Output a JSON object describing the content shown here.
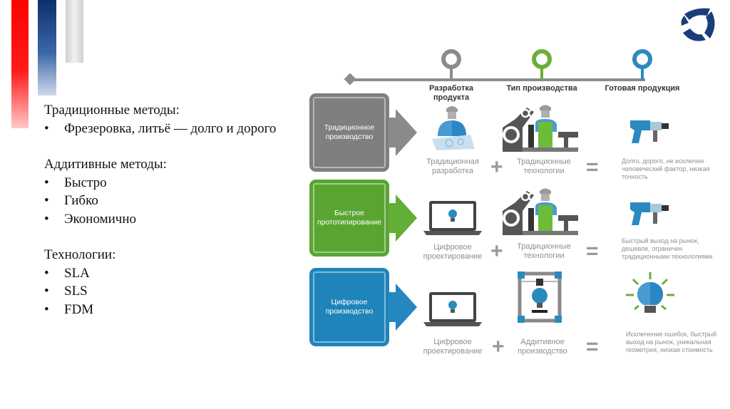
{
  "left_panel": {
    "sections": [
      {
        "heading": "Традиционные методы:",
        "bullets": [
          "Фрезеровка, литьё — долго и дорого"
        ]
      },
      {
        "heading": "Аддитивные методы:",
        "bullets": [
          "Быстро",
          "Гибко",
          "Экономично"
        ]
      },
      {
        "heading": "Технологии:",
        "bullets": [
          "SLA",
          "SLS",
          "FDM"
        ]
      }
    ],
    "bullet_char": "•"
  },
  "timeline": {
    "stages": [
      {
        "label": "Разработка продукта",
        "color": "#8c8c8c"
      },
      {
        "label": "Тип производства",
        "color": "#6cae3a"
      },
      {
        "label": "Готовая продукция",
        "color": "#2a8ac0"
      }
    ]
  },
  "rows": [
    {
      "box_label": "Традиционное производство",
      "color": "#7f7f7f",
      "dev_caption": "Традиционная разработка",
      "prod_caption": "Традиционные технологии",
      "result": "Долго, дорого, не исключен человеческий фактор, низкая точность",
      "dev_icon": "engineer-blueprint-icon",
      "prod_icon": "worker-machine-icon",
      "result_icon": "drill-icon"
    },
    {
      "box_label": "Быстрое прототипирование",
      "color": "#5aa532",
      "dev_caption": "Цифровое проектирование",
      "prod_caption": "Традиционные технологии",
      "result": "Быстрый выход на рынок, дешевле, ограничен традиционными технологиями",
      "dev_icon": "laptop-icon",
      "prod_icon": "worker-machine-icon",
      "result_icon": "drill-icon"
    },
    {
      "box_label": "Цифровое производство",
      "color": "#1f84ba",
      "dev_caption": "Цифровое проектирование",
      "prod_caption": "Аддитивное производство",
      "result": "Исключение ошибок, быстрый выход на рынок, уникальная геометрия, низкая стоимость",
      "dev_icon": "laptop-icon",
      "prod_icon": "3d-printer-icon",
      "result_icon": "lightbulb-icon"
    }
  ],
  "operators": {
    "plus": "+",
    "equals": "="
  }
}
